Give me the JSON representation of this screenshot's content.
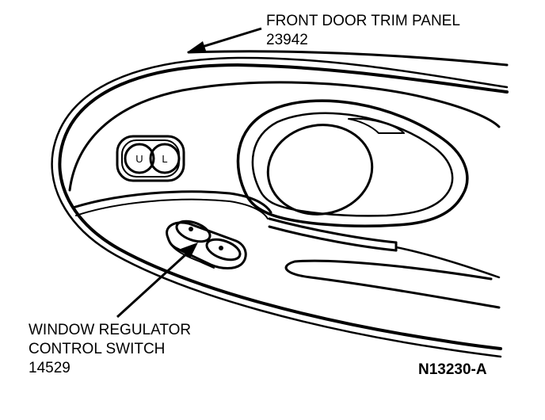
{
  "callouts": {
    "trim_panel": {
      "name": "FRONT DOOR TRIM PANEL",
      "part_number": "23942"
    },
    "window_switch": {
      "name_line1": "WINDOW REGULATOR",
      "name_line2": "CONTROL SWITCH",
      "part_number": "14529"
    }
  },
  "lock_switch": {
    "unlock_letter": "U",
    "lock_letter": "L"
  },
  "figure_ref": "N13230-A",
  "colors": {
    "ink": "#000000",
    "paper": "#ffffff"
  }
}
